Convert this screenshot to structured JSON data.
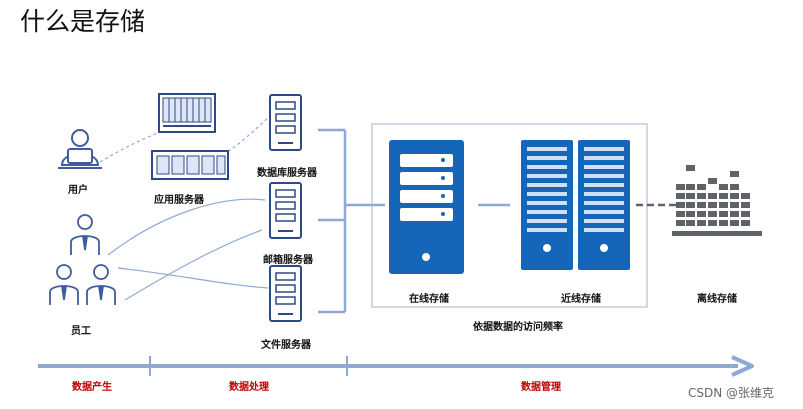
{
  "title": "什么是存储",
  "nodes": {
    "user": "用户",
    "employee": "员工",
    "app_server": "应用服务器",
    "db_server": "数据库服务器",
    "mail_server": "邮箱服务器",
    "file_server": "文件服务器",
    "online_storage": "在线存储",
    "nearline_storage": "近线存储",
    "offline_storage": "离线存储"
  },
  "caption": "依据数据的访问频率",
  "phases": [
    "数据产生",
    "数据处理",
    "数据管理"
  ],
  "watermark": "CSDN @张维克",
  "colors": {
    "blue_dark": "#2e4a86",
    "blue_fill": "#1565b8",
    "line": "#8fa8d4",
    "phase_text": "#c00000",
    "gray": "#5f6368"
  }
}
